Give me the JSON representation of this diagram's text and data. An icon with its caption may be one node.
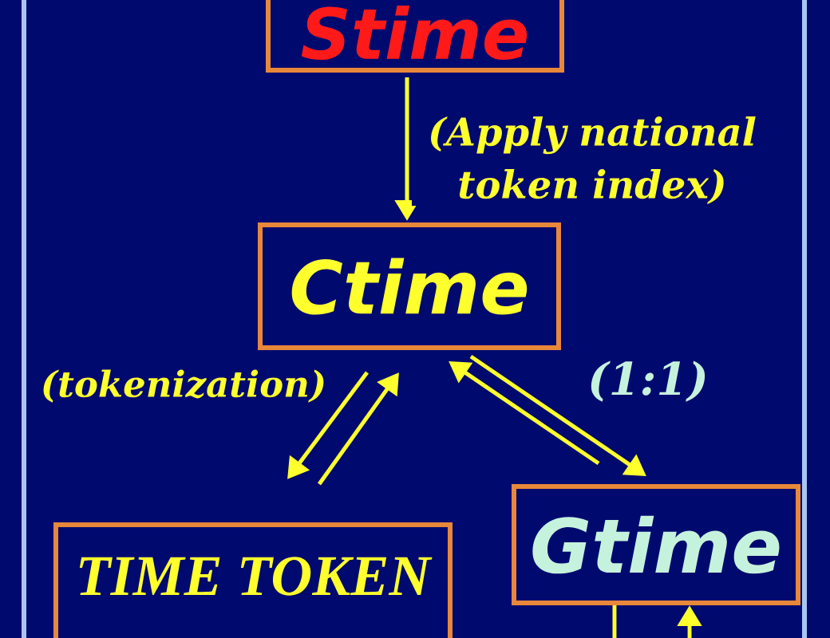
{
  "diagram": {
    "nodes": [
      {
        "text": [
          "Stime"
        ]
      },
      {
        "text": [
          "Ctime"
        ]
      },
      {
        "text": [
          "TIME TOKEN"
        ]
      },
      {
        "text": [
          "Gtime"
        ]
      }
    ],
    "edges": [
      {
        "from": 0,
        "to": 1,
        "arrow": "to",
        "label": "(Apply national token index)"
      },
      {
        "from": 1,
        "to": 2,
        "arrow": "to",
        "label": "(tokenization)"
      },
      {
        "from": 2,
        "to": 1,
        "arrow": "to"
      },
      {
        "from": 3,
        "to": 1,
        "arrow": "to"
      },
      {
        "from": 1,
        "to": 3,
        "arrow": "to",
        "label": "(1:1)"
      },
      {
        "from": 3,
        "to": null,
        "arrow": "none"
      },
      {
        "from": null,
        "to": 3,
        "arrow": "to"
      }
    ]
  }
}
